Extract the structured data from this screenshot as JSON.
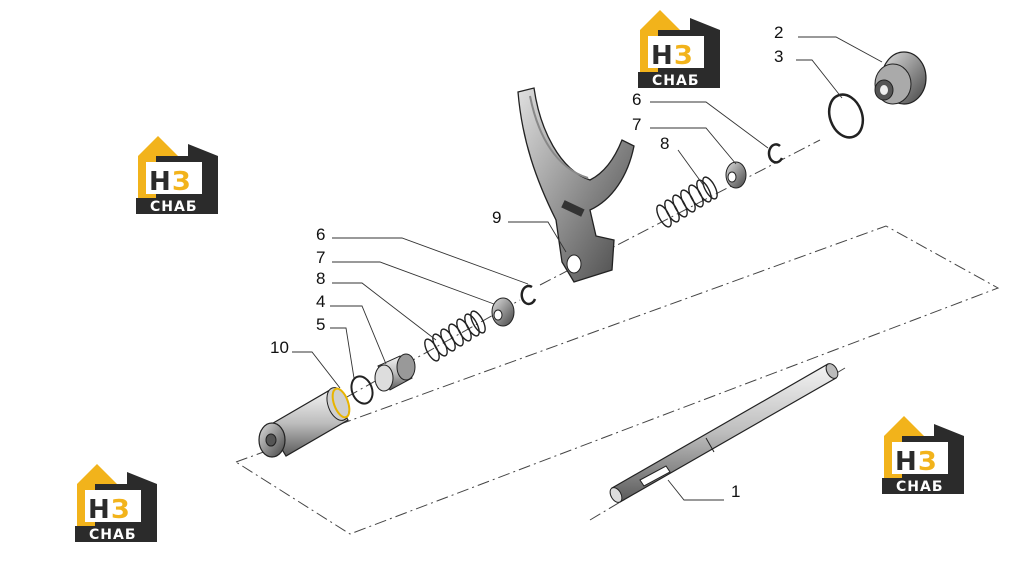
{
  "diagram": {
    "callouts": [
      "1",
      "2",
      "3",
      "4",
      "5",
      "6",
      "6",
      "7",
      "7",
      "8",
      "8",
      "9",
      "10"
    ]
  },
  "watermark": {
    "text_main_a": "Н",
    "text_main_b": "З",
    "text_sub": "СНАБ",
    "colors": {
      "gold": "#f2b31b",
      "dark": "#2b2b2b",
      "white": "#ffffff"
    }
  },
  "icons": [
    "logo-watermark-icon"
  ]
}
